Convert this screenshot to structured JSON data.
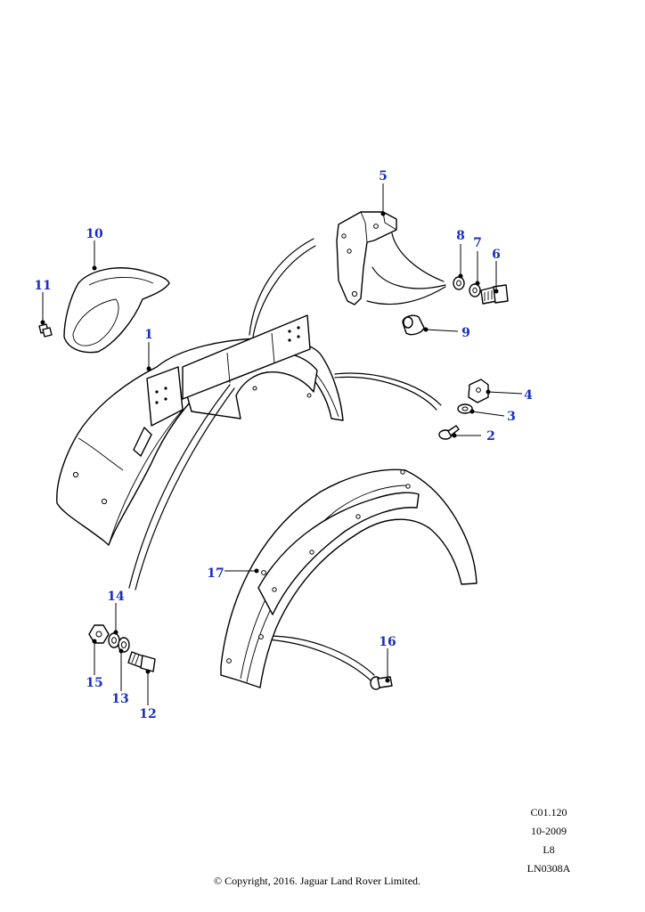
{
  "callouts": {
    "c1": "1",
    "c2": "2",
    "c3": "3",
    "c4": "4",
    "c5": "5",
    "c6": "6",
    "c7": "7",
    "c8": "8",
    "c9": "9",
    "c10": "10",
    "c11": "11",
    "c12": "12",
    "c13": "13",
    "c14": "14",
    "c15": "15",
    "c16": "16",
    "c17": "17"
  },
  "info": {
    "line1": "C01.120",
    "line2": "10-2009",
    "line3": "L8",
    "line4": "LN0308A"
  },
  "copyright": "© Copyright, 2016. Jaguar Land Rover Limited.",
  "colors": {
    "callout": "#1a2fbf"
  }
}
